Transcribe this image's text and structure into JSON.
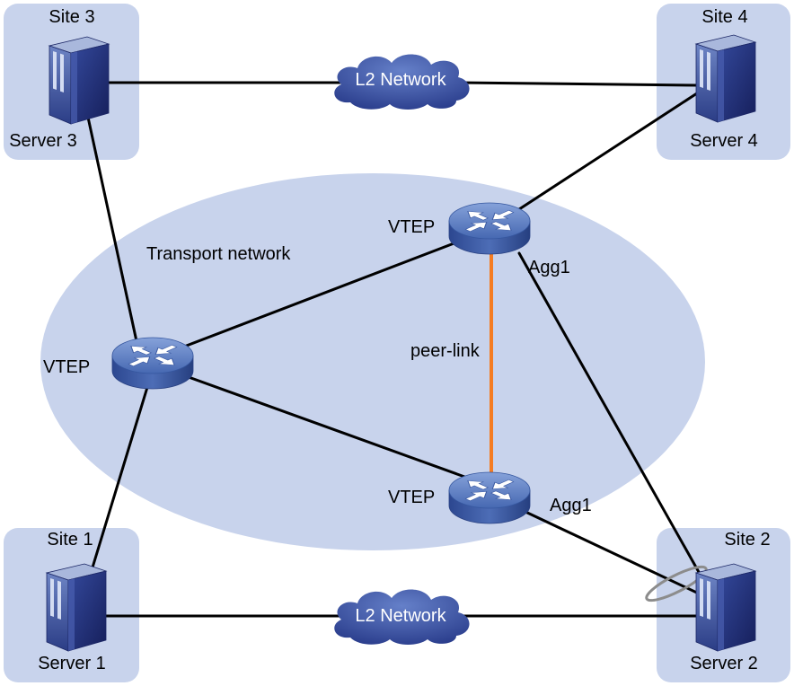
{
  "diagram": {
    "transport_network_label": "Transport network",
    "sites": {
      "site3": {
        "label": "Site 3",
        "server_label": "Server 3"
      },
      "site4": {
        "label": "Site 4",
        "server_label": "Server 4"
      },
      "site1": {
        "label": "Site 1",
        "server_label": "Server 1"
      },
      "site2": {
        "label": "Site 2",
        "server_label": "Server 2"
      }
    },
    "l2_networks": [
      {
        "label": "L2 Network"
      },
      {
        "label": "L2 Network"
      }
    ],
    "vteps": [
      {
        "label": "VTEP"
      },
      {
        "label": "VTEP",
        "interface_label": "Agg1"
      },
      {
        "label": "VTEP",
        "interface_label": "Agg1"
      }
    ],
    "peer_link_label": "peer-link"
  },
  "icons": {
    "server": "server-icon",
    "vtep": "router-icon",
    "l2_network": "cloud-icon",
    "link_aggregation": "link-aggregation-icon"
  },
  "colors": {
    "region_fill": "#c8d3ec",
    "link": "#000000",
    "peer_link": "#f57c22",
    "link_aggregation": "#8c8c8c",
    "cloud_label": "#ffffff"
  }
}
